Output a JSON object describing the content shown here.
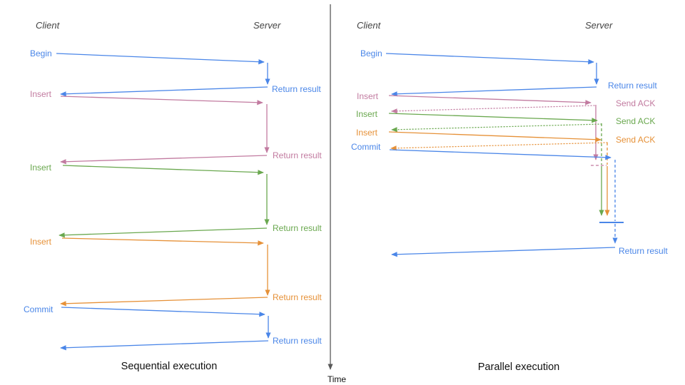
{
  "colors": {
    "blue": "#4a86e8",
    "pink": "#c27ba0",
    "green": "#6aa84f",
    "orange": "#e69138",
    "axis": "#595959",
    "header_text": "#434343",
    "title_text": "#111111"
  },
  "time_axis": {
    "label": "Time"
  },
  "sequential": {
    "title": "Sequential execution",
    "client_label": "Client",
    "server_label": "Server",
    "messages": [
      {
        "label": "Begin",
        "return_label": "Return result"
      },
      {
        "label": "Insert",
        "return_label": "Return result"
      },
      {
        "label": "Insert",
        "return_label": "Return result"
      },
      {
        "label": "Insert",
        "return_label": "Return result"
      },
      {
        "label": "Commit",
        "return_label": "Return result"
      }
    ]
  },
  "parallel": {
    "title": "Parallel execution",
    "client_label": "Client",
    "server_label": "Server",
    "messages": [
      {
        "label": "Begin",
        "return_label": "Return result"
      },
      {
        "label": "Insert",
        "ack_label": "Send ACK"
      },
      {
        "label": "Insert",
        "ack_label": "Send ACK"
      },
      {
        "label": "Insert",
        "ack_label": "Send ACK"
      },
      {
        "label": "Commit",
        "return_label": "Return result"
      }
    ]
  }
}
